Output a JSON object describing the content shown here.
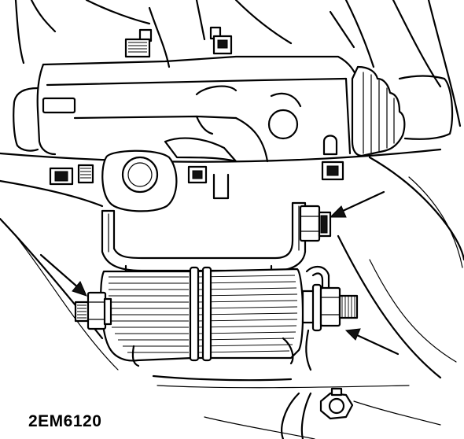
{
  "figure": {
    "label": "2EM6120",
    "callout_arrows": [
      "left-isolator-nut",
      "upper-right-bracket-nut",
      "lower-right-isolator-nut"
    ]
  }
}
